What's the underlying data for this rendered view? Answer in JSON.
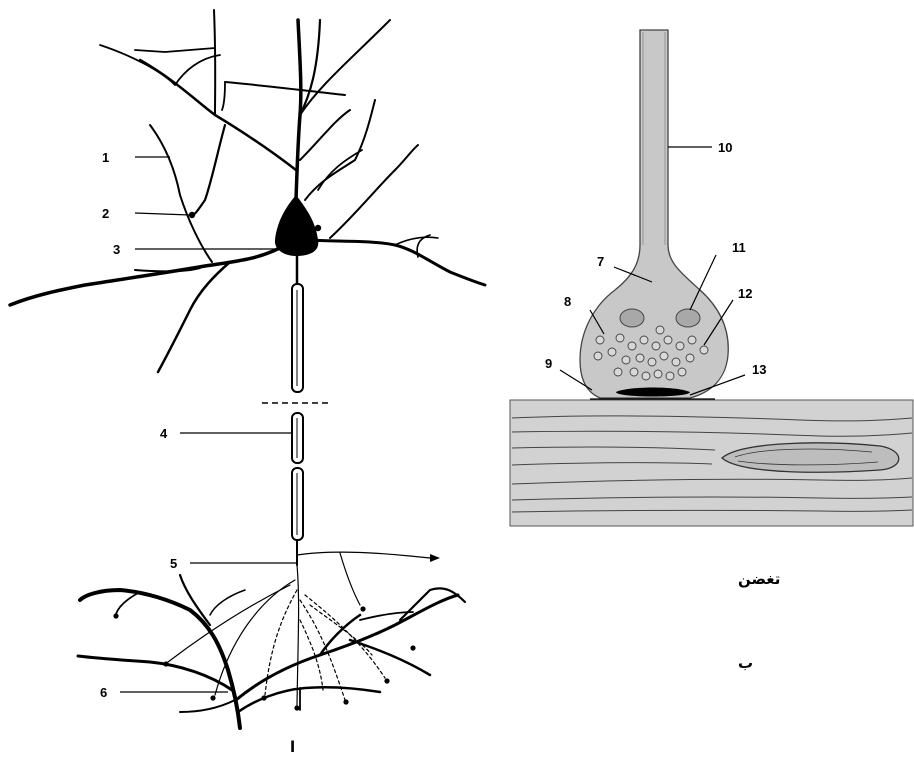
{
  "neuron_labels": {
    "l1": "1",
    "l2": "2",
    "l3": "3",
    "l4": "4",
    "l5": "5",
    "l6": "6"
  },
  "synapse_labels": {
    "l7": "7",
    "l8": "8",
    "l9": "9",
    "l10": "10",
    "l11": "11",
    "l12": "12",
    "l13": "13"
  },
  "captions": {
    "neuron_letter": "ا",
    "synapse_letter": "ب",
    "synapse_word": "تغضن"
  },
  "colors": {
    "ink": "#000000",
    "tissue_fill": "#d2d2d2",
    "terminal_fill": "#c8c8c8",
    "background": "#ffffff"
  }
}
